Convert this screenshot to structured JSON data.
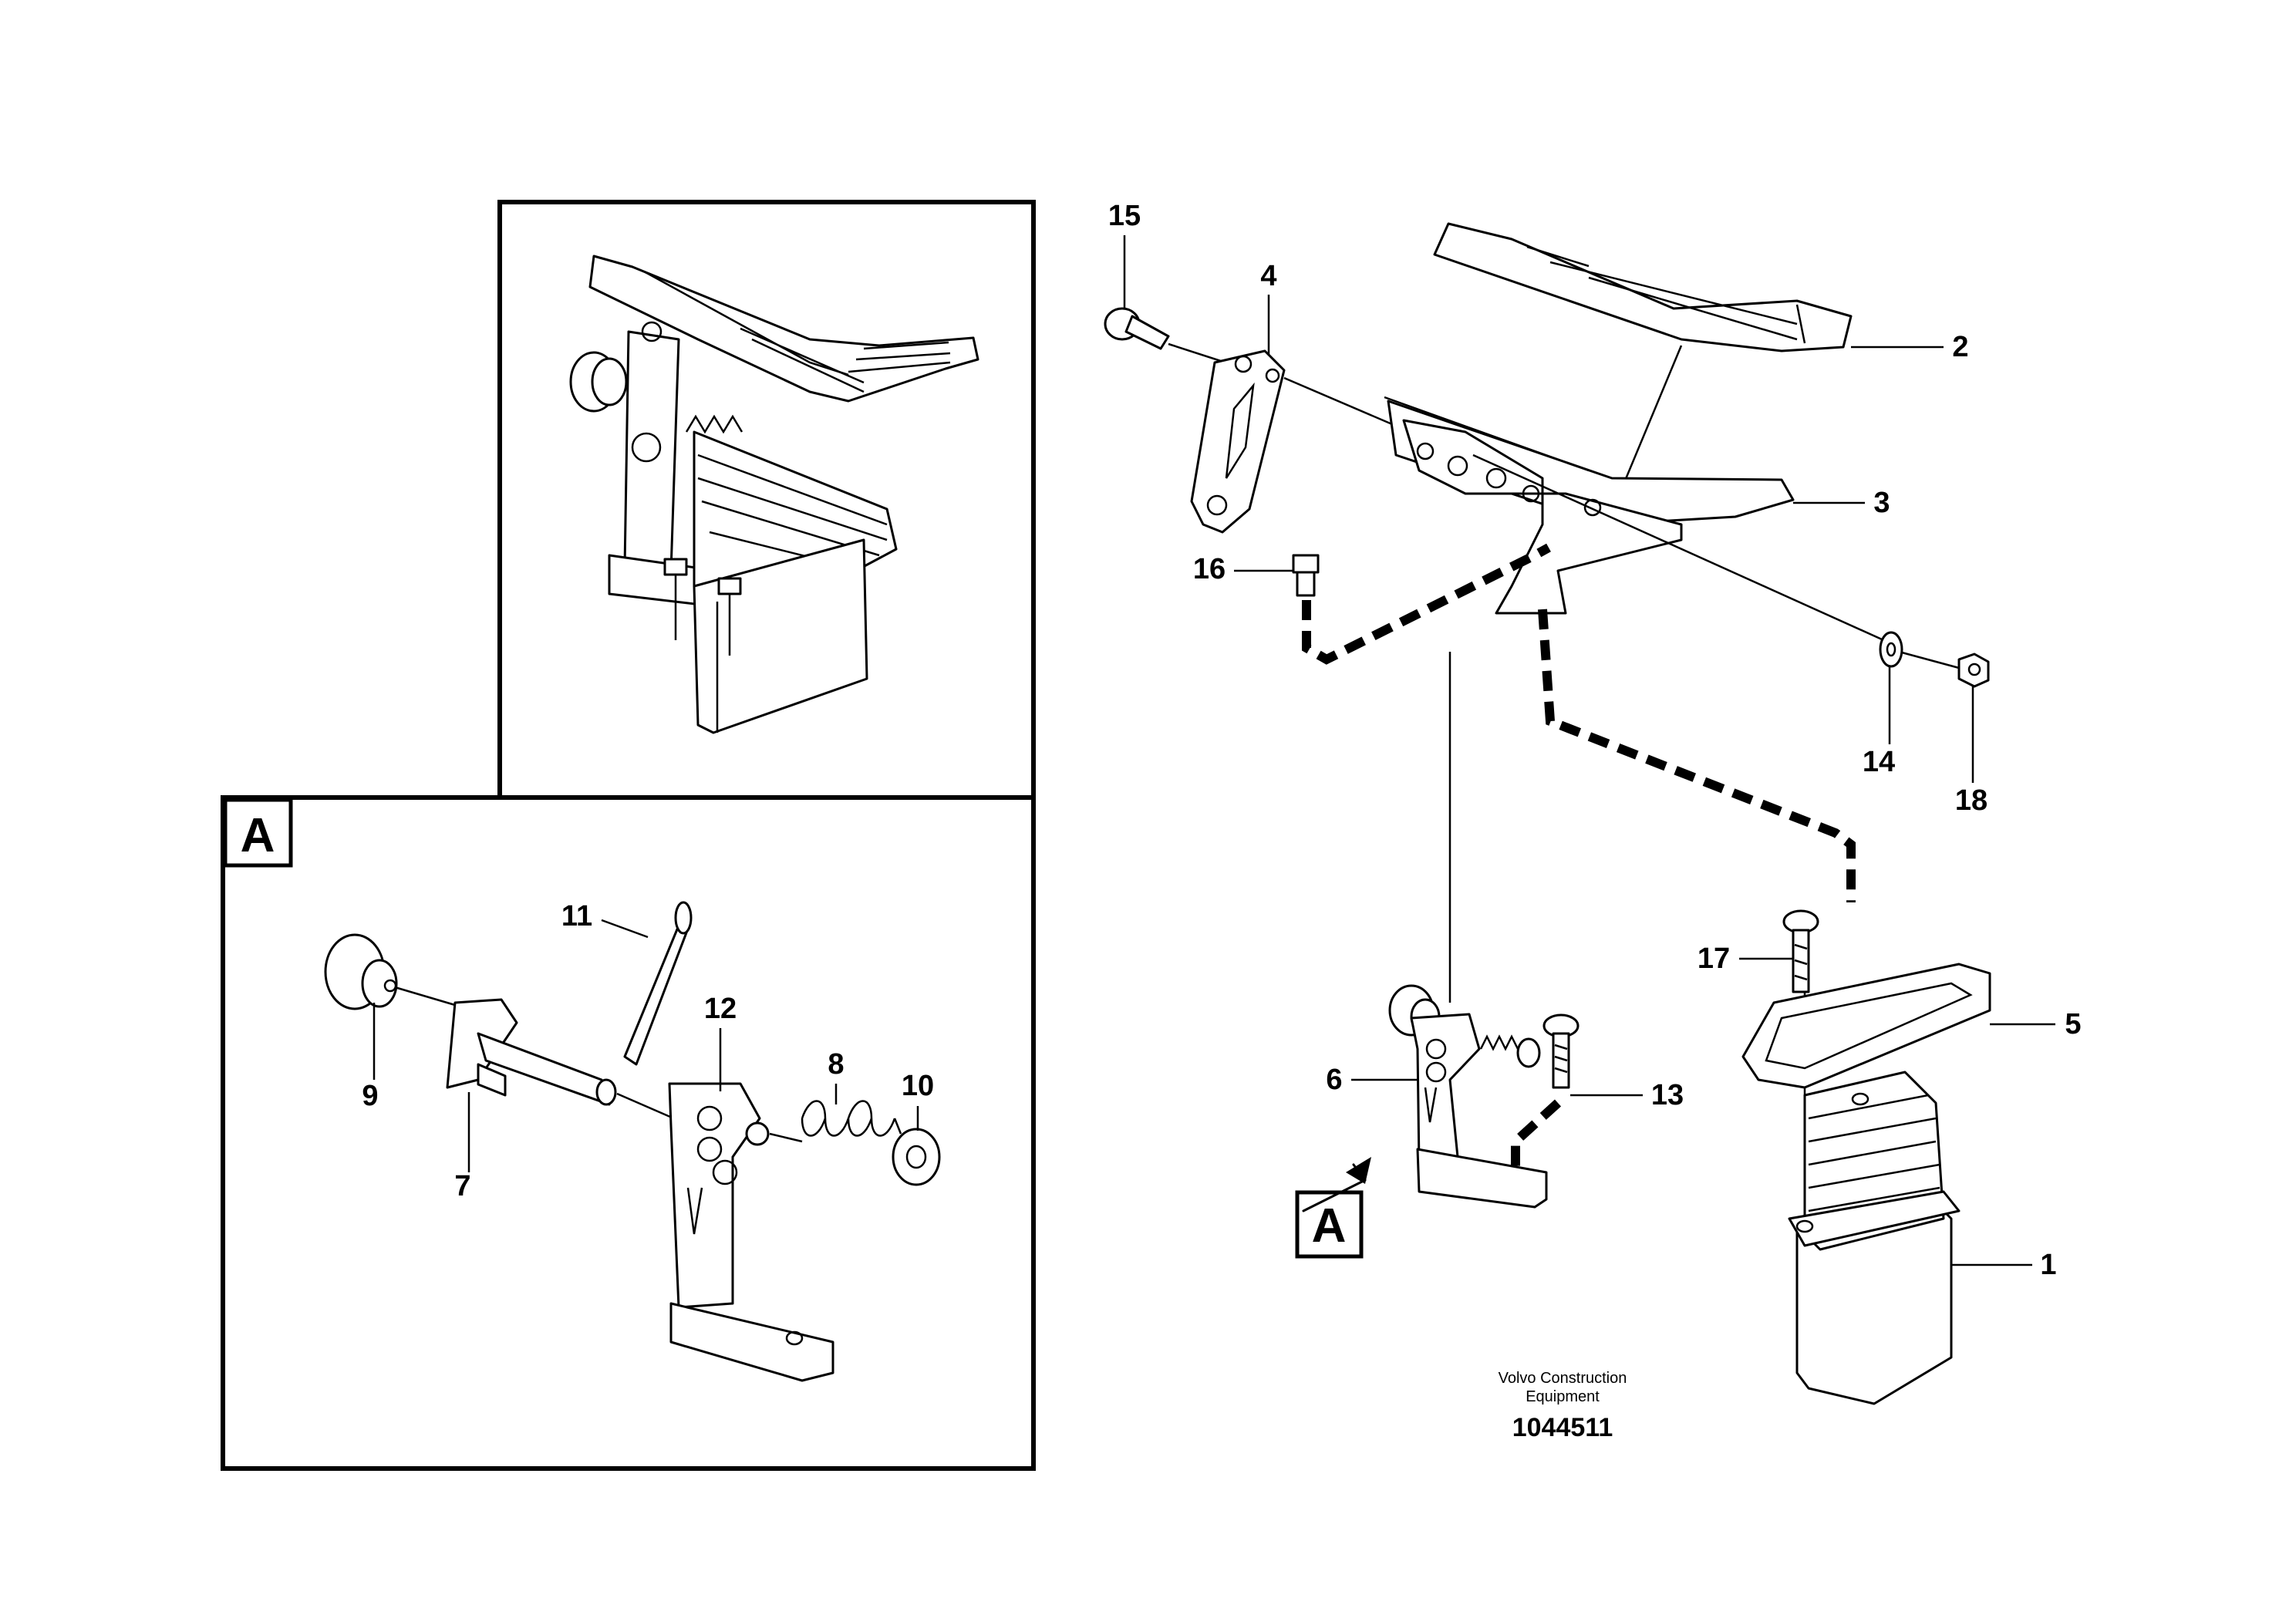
{
  "callouts": {
    "c1": "1",
    "c2": "2",
    "c3": "3",
    "c4": "4",
    "c5": "5",
    "c6": "6",
    "c7": "7",
    "c8": "8",
    "c9": "9",
    "c10": "10",
    "c11": "11",
    "c12": "12",
    "c13": "13",
    "c14": "14",
    "c15": "15",
    "c16": "16",
    "c17": "17",
    "c18": "18"
  },
  "detail_label": "A",
  "view_ref_label": "A",
  "caption": {
    "line1": "Volvo Construction",
    "line2": "Equipment",
    "code": "1044511"
  }
}
